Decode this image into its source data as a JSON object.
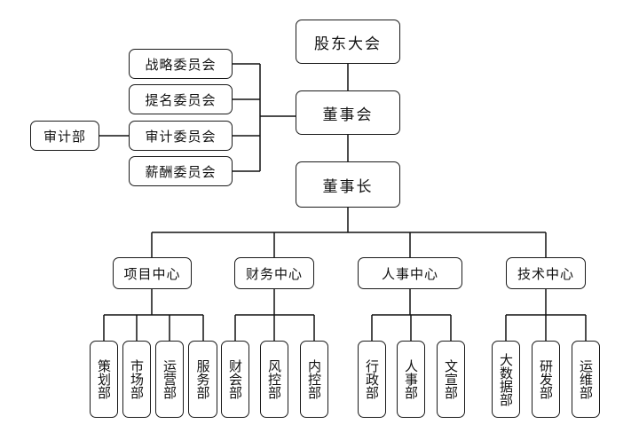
{
  "org": {
    "shareholders": "股东大会",
    "board": "董事会",
    "chairman": "董事长",
    "committees": [
      {
        "label": "战略委员会"
      },
      {
        "label": "提名委员会"
      },
      {
        "label": "审计委员会"
      },
      {
        "label": "薪酬委员会"
      }
    ],
    "audit_dept": "审计部",
    "centers": [
      {
        "label": "项目中心",
        "depts": [
          {
            "label": "策划部"
          },
          {
            "label": "市场部"
          },
          {
            "label": "运营部"
          },
          {
            "label": "服务部"
          }
        ]
      },
      {
        "label": "财务中心",
        "depts": [
          {
            "label": "财会部"
          },
          {
            "label": "风控部"
          },
          {
            "label": "内控部"
          }
        ]
      },
      {
        "label": "人事中心",
        "depts": [
          {
            "label": "行政部"
          },
          {
            "label": "人事部"
          },
          {
            "label": "文宣部"
          }
        ]
      },
      {
        "label": "技术中心",
        "depts": [
          {
            "label": "大数据部"
          },
          {
            "label": "研发部"
          },
          {
            "label": "运维部"
          }
        ]
      }
    ]
  }
}
